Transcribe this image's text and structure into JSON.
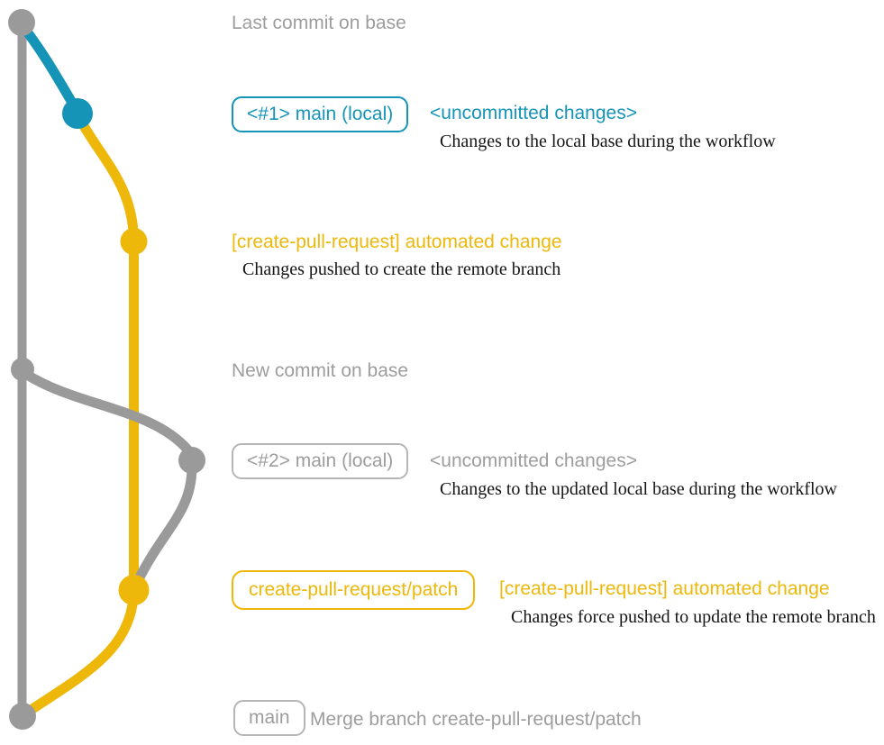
{
  "colors": {
    "teal": "#1694b8",
    "yellow": "#edb80a",
    "gray_line": "#9a9a9a",
    "gray_text": "#9d9d9d",
    "gray_border": "#b5b5b5",
    "desc_text": "#151515"
  },
  "graph": {
    "base_branch_nodes": [
      "Last commit on base",
      "New commit on base",
      "Merge commit"
    ],
    "local_branch_nodes": [
      "<#1> main (local)",
      "<#2> main (local)"
    ],
    "remote_branch_nodes": [
      "[create-pull-request] automated change #1",
      "[create-pull-request] automated change #2"
    ]
  },
  "annotations": {
    "last_commit": "Last commit on base",
    "branch1_label": "<#1> main (local)",
    "branch1_status": "<uncommitted changes>",
    "branch1_desc": "Changes to the local base during the workflow",
    "commit1_title": "[create-pull-request] automated change",
    "commit1_desc": "Changes pushed to create the remote branch",
    "new_commit": "New commit on base",
    "branch2_label": "<#2> main (local)",
    "branch2_status": "<uncommitted changes>",
    "branch2_desc": "Changes to the updated local base during the workflow",
    "patch_branch_label": "create-pull-request/patch",
    "commit2_title": "[create-pull-request] automated change",
    "commit2_desc": "Changes force pushed to update the remote branch",
    "main_label": "main",
    "merge_message": "Merge branch create-pull-request/patch"
  }
}
